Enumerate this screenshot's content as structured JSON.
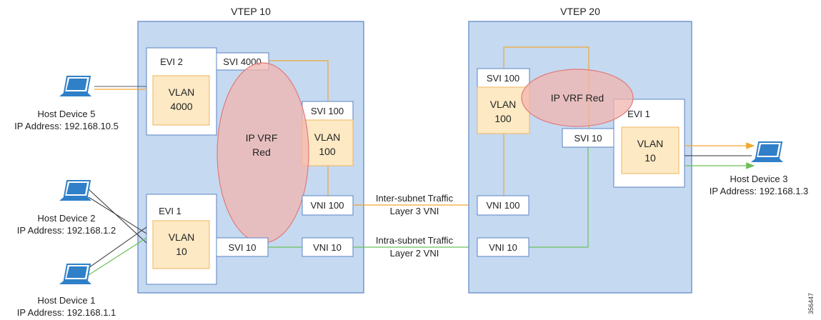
{
  "vtep10": {
    "title": "VTEP 10",
    "evi2": {
      "label": "EVI 2",
      "vlan": [
        "VLAN",
        "4000"
      ]
    },
    "evi1": {
      "label": "EVI 1",
      "vlan": [
        "VLAN",
        "10"
      ]
    },
    "svi4000": "SVI 4000",
    "svi100": "SVI 100",
    "vlan100": [
      "VLAN",
      "100"
    ],
    "vrf": [
      "IP VRF",
      "Red"
    ],
    "vni100": "VNI 100",
    "svi10": "SVI 10",
    "vni10": "VNI 10"
  },
  "vtep20": {
    "title": "VTEP 20",
    "svi100": "SVI 100",
    "vlan100": [
      "VLAN",
      "100"
    ],
    "vrf": "IP VRF Red",
    "evi1": {
      "label": "EVI 1",
      "vlan": [
        "VLAN",
        "10"
      ]
    },
    "svi10": "SVI 10",
    "vni100": "VNI 100",
    "vni10": "VNI 10"
  },
  "traffic": {
    "inter": [
      "Inter-subnet Traffic",
      "Layer 3 VNI"
    ],
    "intra": [
      "Intra-subnet Traffic",
      "Layer 2 VNI"
    ]
  },
  "hosts": {
    "h5": {
      "name": "Host Device 5",
      "ip": "IP Address: 192.168.10.5"
    },
    "h2": {
      "name": "Host Device 2",
      "ip": "IP Address: 192.168.1.2"
    },
    "h1": {
      "name": "Host Device 1",
      "ip": "IP Address: 192.168.1.1"
    },
    "h3": {
      "name": "Host Device 3",
      "ip": "IP Address: 192.168.1.3"
    }
  },
  "figure_id": "356447",
  "colors": {
    "vtep_fill": "#c5d9f1",
    "vtep_stroke": "#5b84c4",
    "vlan_fill": "#fde9c4",
    "vlan_stroke": "#f1b55c",
    "vrf_fill": "#f2b4ad",
    "vrf_stroke": "#e07b7b",
    "orange_line": "#f0a830",
    "green_line": "#6cbf5a",
    "laptop": "#2f80c8"
  }
}
